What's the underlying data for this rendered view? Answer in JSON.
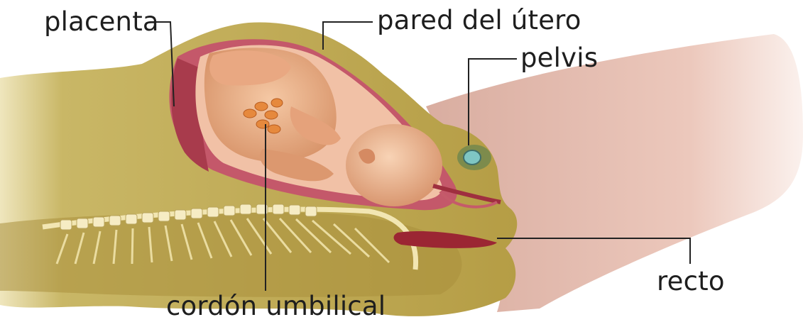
{
  "labels": {
    "placenta": "placenta",
    "pared_del_utero": "pared del útero",
    "pelvis": "pelvis",
    "recto": "recto",
    "cordon_umbilical": "cordón umbilical"
  }
}
